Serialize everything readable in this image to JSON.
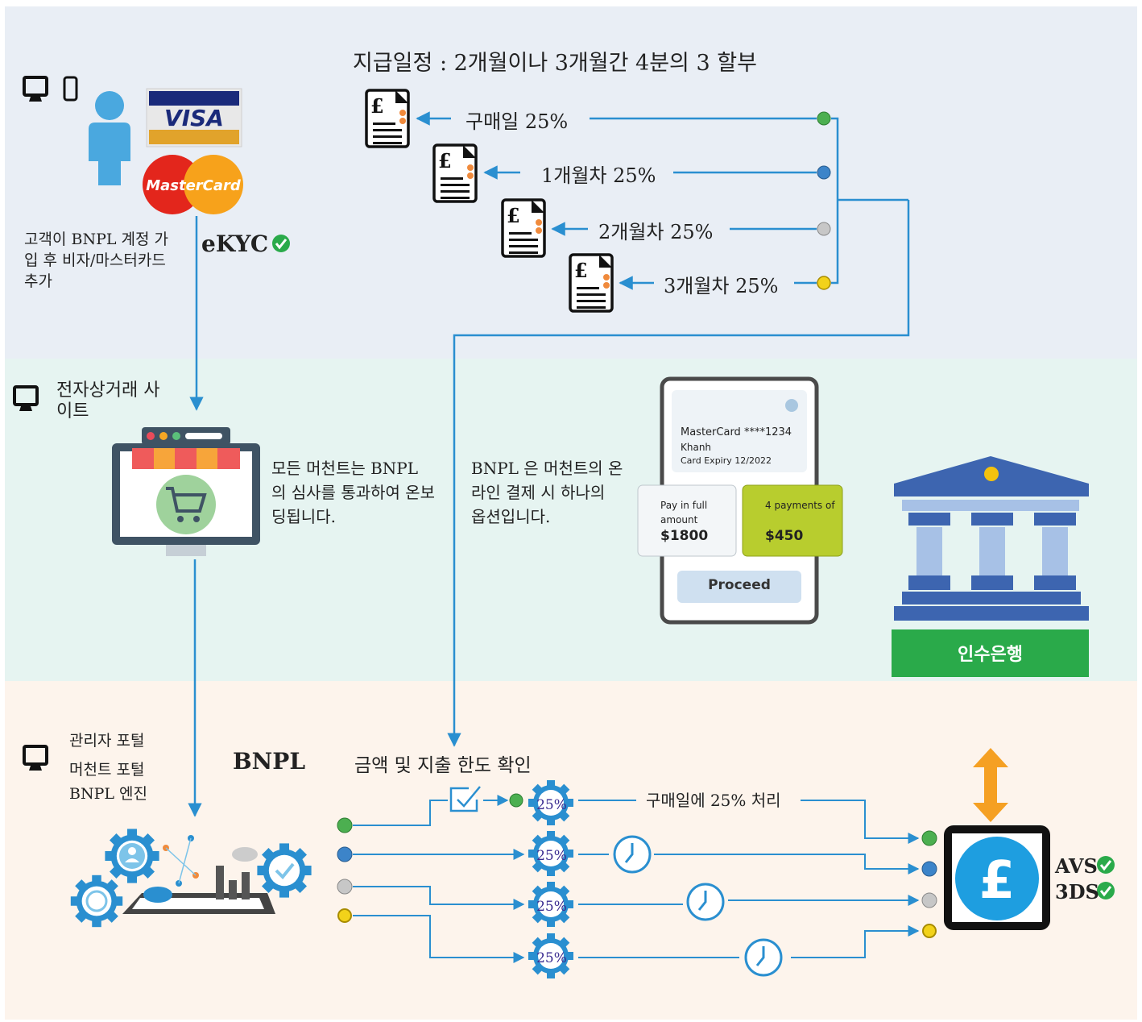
{
  "schedule": {
    "title": "지급일정 : 2개월이나 3개월간 4분의 3 할부",
    "rows": [
      "구매일 25%",
      "1개월차 25%",
      "2개월차 25%",
      "3개월차 25%"
    ],
    "dot_colors": [
      "#4caf50",
      "#3c84c9",
      "#c7c7c7",
      "#f2d21a"
    ]
  },
  "customer": {
    "text": "고객이 BNPL 계정 가입 후 비자/마스터카드 추가",
    "ekyc": "eKYC",
    "visa": "VISA",
    "mastercard": "MasterCard"
  },
  "ecommerce": {
    "label": "전자상거래 사이트",
    "merchant_text": "모든 머천트는 BNPL 의 심사를 통과하여 온보딩됩니다.",
    "bnpl_text": "BNPL 은 머천트의 온라인 결제 시 하나의 옵션입니다."
  },
  "phone": {
    "card": "MasterCard ****1234",
    "name": "Khanh",
    "expiry": "Card Expiry 12/2022",
    "full_label": "Pay in full amount",
    "full_amount": "$1800",
    "inst_label": "4 payments of",
    "inst_amount": "$450",
    "proceed": "Proceed"
  },
  "bank": {
    "label": "인수은행"
  },
  "portal": {
    "lines": [
      "관리자 포털",
      "머천트 포털",
      "BNPL 엔진"
    ],
    "title": "BNPL"
  },
  "process": {
    "title": "금액 및 지출 한도 확인",
    "gear_text": "25%",
    "first_label": "구매일에 25% 처리"
  },
  "checks": [
    "AVS",
    "3DS"
  ],
  "colors": {
    "line": "#2a8fd0",
    "green": "#2aaa4a",
    "gear": "#2a8fd0",
    "arrow": "#f5a023"
  }
}
